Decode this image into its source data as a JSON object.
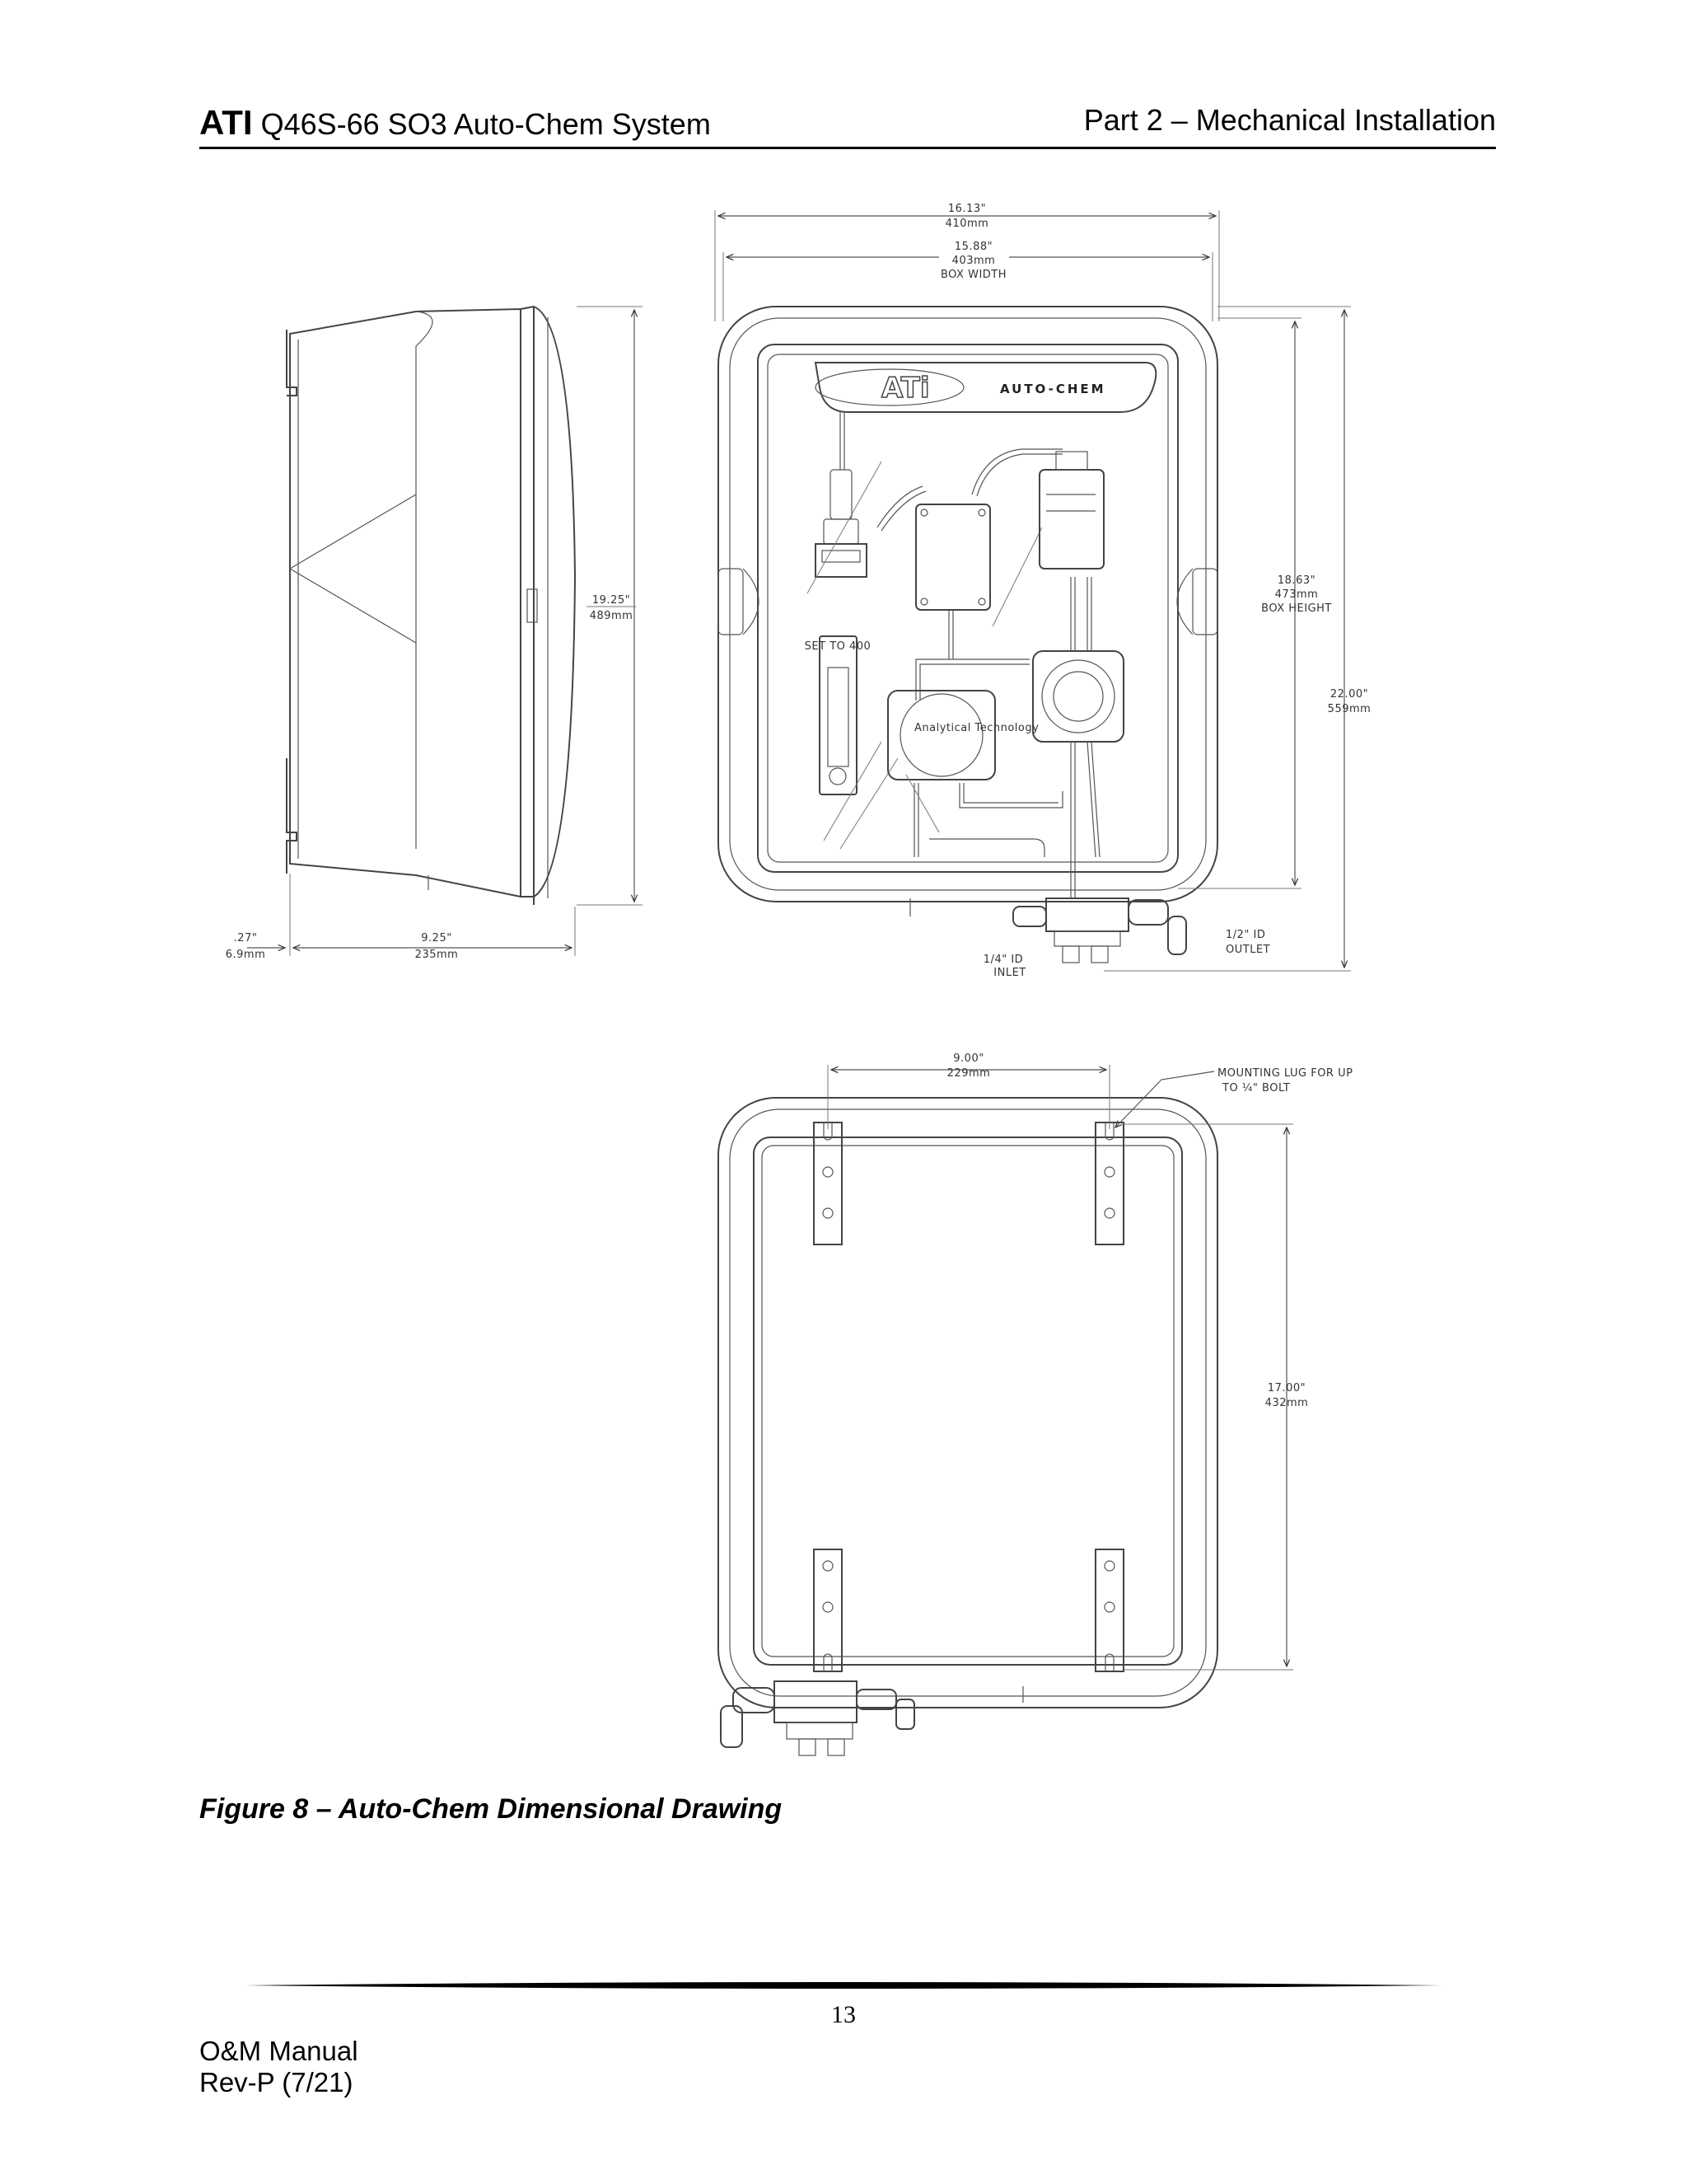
{
  "header": {
    "brand": "ATI",
    "product": "Q46S-66 SO3 Auto-Chem System",
    "section": "Part 2 – Mechanical Installation"
  },
  "drawing": {
    "logo_text": "AUTO-CHEM",
    "flowmeter_label": "SET TO 400",
    "sensor_label": "Analytical Technology",
    "dimensions": {
      "overall_width": "16.13\"",
      "overall_width_mm": "410mm",
      "box_width": "15.88\"",
      "box_width_mm": "403mm",
      "box_width_label": "BOX WIDTH",
      "side_height": "19.25\"",
      "side_height_mm": "489mm",
      "box_height": "18.63\"",
      "box_height_mm": "473mm",
      "box_height_label": "BOX HEIGHT",
      "overall_height": "22.00\"",
      "overall_height_mm": "559mm",
      "flange": ".27\"",
      "flange_mm": "6.9mm",
      "depth": "9.25\"",
      "depth_mm": "235mm",
      "inlet": "1/4\" ID",
      "inlet_label": "INLET",
      "outlet": "1/2\" ID",
      "outlet_label": "OUTLET",
      "lug_spacing": "9.00\"",
      "lug_spacing_mm": "229mm",
      "lug_note_1": "MOUNTING LUG FOR UP",
      "lug_note_2": "TO ¼\" BOLT",
      "lug_height": "17.00\"",
      "lug_height_mm": "432mm"
    }
  },
  "caption": "Figure 8 – Auto-Chem Dimensional Drawing",
  "page_number": "13",
  "footer": {
    "line1": "O&M Manual",
    "line2": "Rev-P (7/21)"
  }
}
